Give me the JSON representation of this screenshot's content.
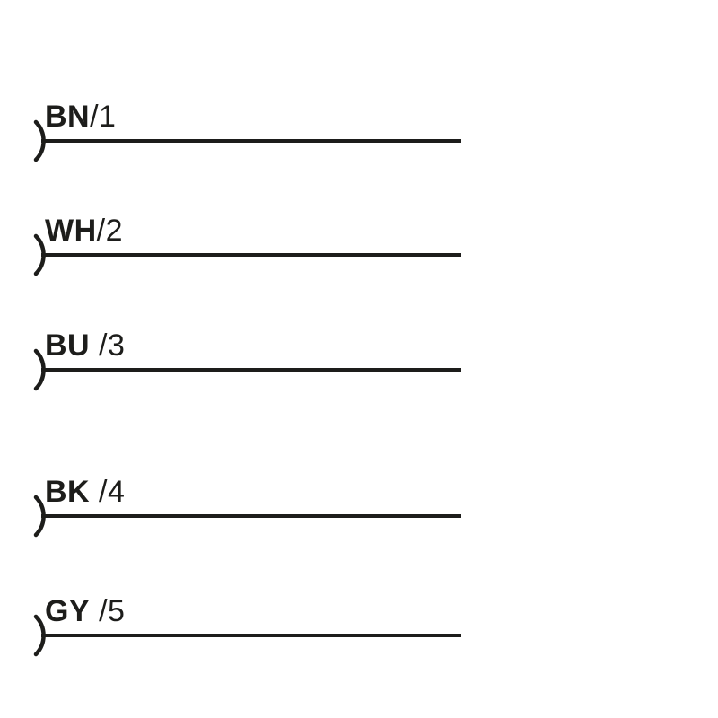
{
  "diagram": {
    "kind": "cable-wiring-pinout",
    "background_color": "#ffffff",
    "line_color": "#1d1d1b"
  },
  "wires": [
    {
      "color_code": "BN",
      "pin_label": "/1"
    },
    {
      "color_code": "WH",
      "pin_label": "/2"
    },
    {
      "color_code": "BU",
      "pin_label": " /3"
    },
    {
      "color_code": "BK",
      "pin_label": " /4"
    },
    {
      "color_code": "GY",
      "pin_label": " /5"
    }
  ]
}
